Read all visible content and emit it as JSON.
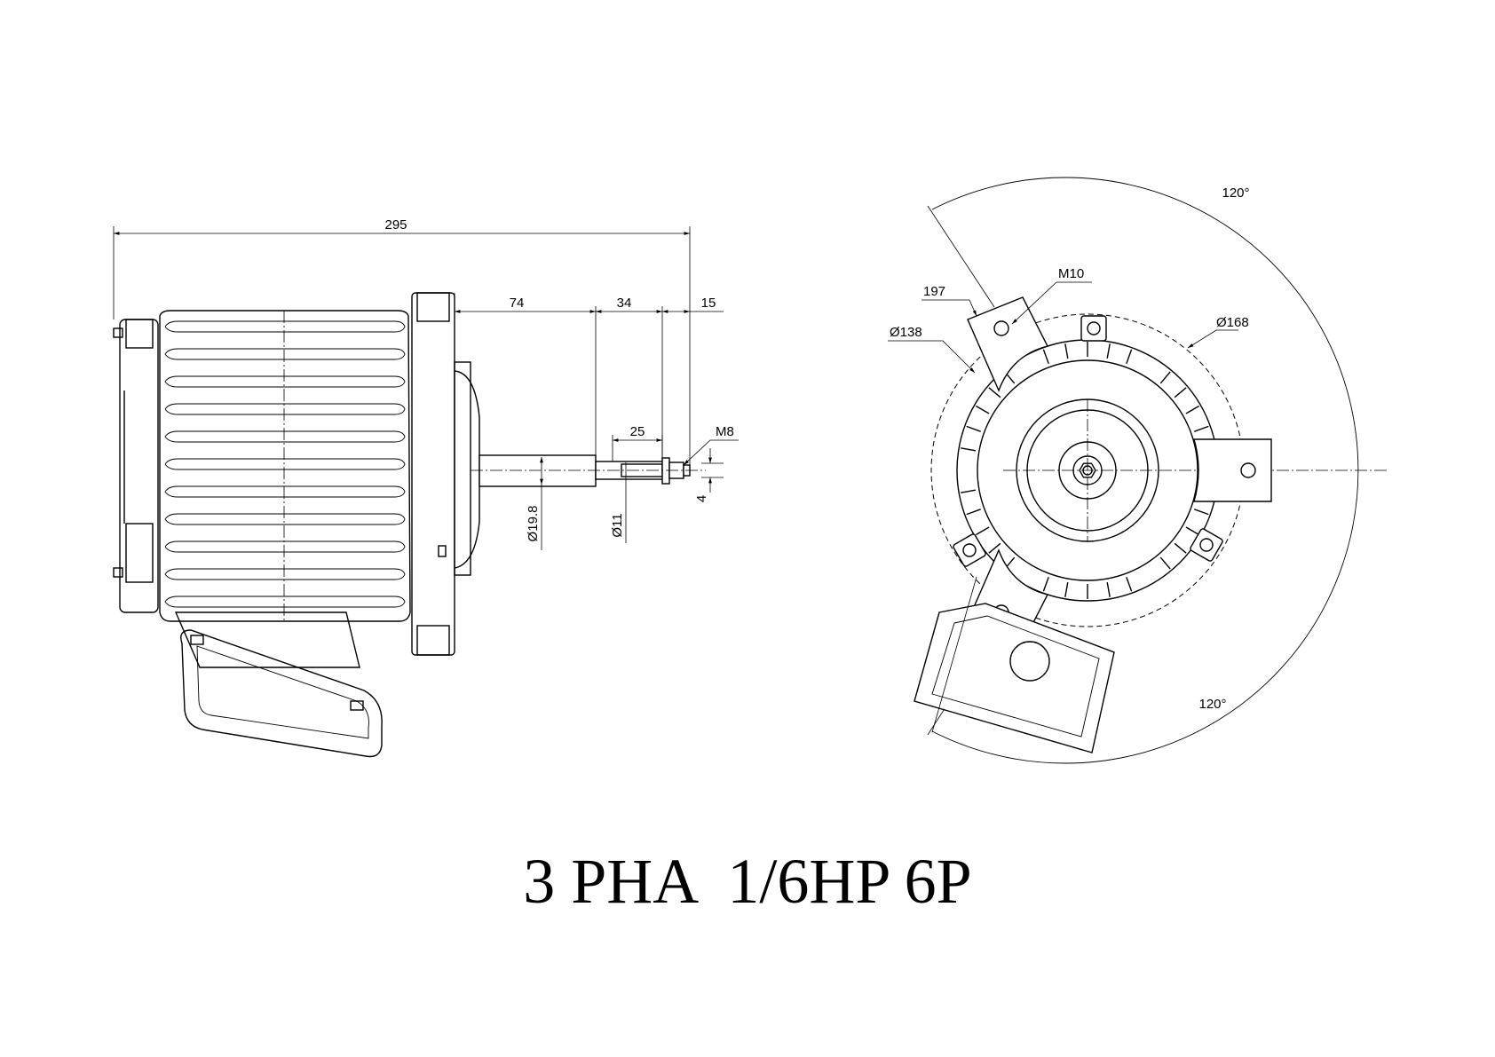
{
  "title": "3 PHA  1/6HP 6P",
  "side_view": {
    "dim_overall": "295",
    "dim_shaft_74": "74",
    "dim_shaft_34": "34",
    "dim_shaft_15": "15",
    "dim_shaft_25": "25",
    "dim_thread": "M8",
    "dim_4": "4",
    "dim_dia_shaft": "Ø19.8",
    "dim_dia_tip": "Ø11"
  },
  "end_view": {
    "dim_197": "197",
    "dim_m10": "M10",
    "dim_dia_138": "Ø138",
    "dim_dia_168": "Ø168",
    "angle_top": "120°",
    "angle_bottom": "120°"
  }
}
